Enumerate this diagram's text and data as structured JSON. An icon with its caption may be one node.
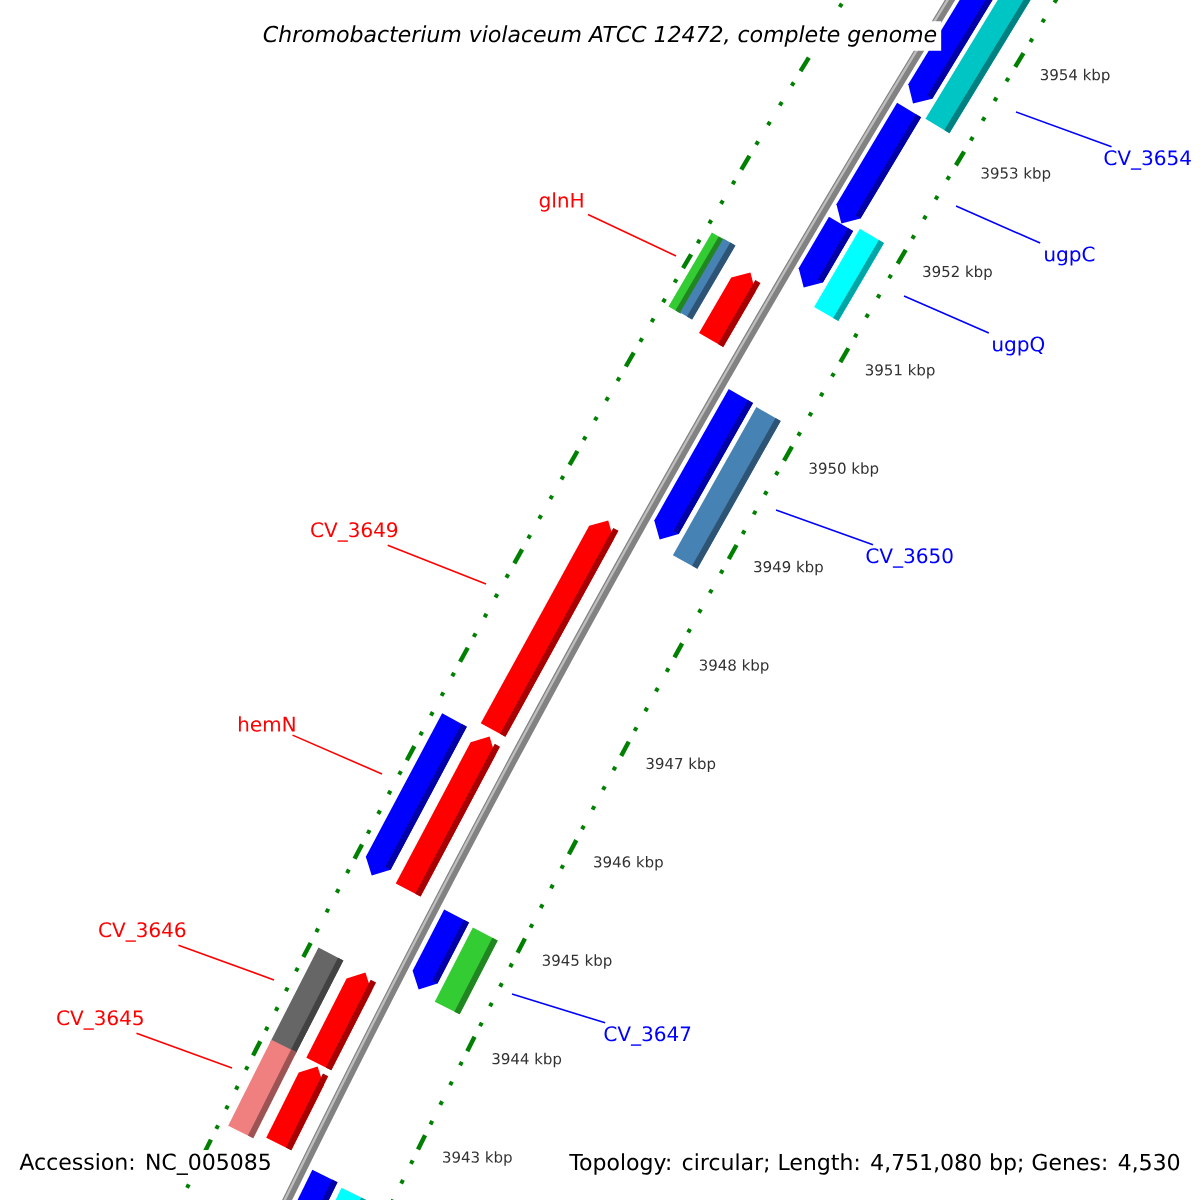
{
  "diagram": {
    "title": "Chromobacterium violaceum ATCC 12472, complete genome",
    "nodes": [
      {
        "text": [
          "CV_3654"
        ]
      },
      {
        "text": [
          "glnH"
        ]
      },
      {
        "text": [
          "ugpC"
        ]
      },
      {
        "text": [
          "ugpQ"
        ]
      },
      {
        "text": [
          "CV_3649"
        ]
      },
      {
        "text": [
          "CV_3650"
        ]
      },
      {
        "text": [
          "hemN"
        ]
      },
      {
        "text": [
          "CV_3646"
        ]
      },
      {
        "text": [
          "CV_3645"
        ]
      },
      {
        "text": [
          "CV_3647"
        ]
      }
    ],
    "edges": [
      {
        "from": 0,
        "to": null,
        "arrow": "none",
        "color": "#0000ff"
      },
      {
        "from": 1,
        "to": null,
        "arrow": "none",
        "color": "#ff0000"
      },
      {
        "from": 2,
        "to": null,
        "arrow": "none",
        "color": "#0000ff"
      },
      {
        "from": 3,
        "to": null,
        "arrow": "none",
        "color": "#0000ff"
      },
      {
        "from": 4,
        "to": null,
        "arrow": "none",
        "color": "#ff0000"
      },
      {
        "from": 5,
        "to": null,
        "arrow": "none",
        "color": "#0000ff"
      },
      {
        "from": 6,
        "to": null,
        "arrow": "none",
        "color": "#ff0000"
      },
      {
        "from": 7,
        "to": null,
        "arrow": "none",
        "color": "#ff0000"
      },
      {
        "from": 8,
        "to": null,
        "arrow": "none",
        "color": "#ff0000"
      },
      {
        "from": 9,
        "to": null,
        "arrow": "none",
        "color": "#0000ff"
      }
    ],
    "labels": [
      "3954 kbp",
      "3953 kbp",
      "3952 kbp",
      "3951 kbp",
      "3950 kbp",
      "3949 kbp",
      "3948 kbp",
      "3947 kbp",
      "3946 kbp",
      "3945 kbp",
      "3944 kbp",
      "3943 kbp",
      "Accession: NC_005085",
      "Topology: circular; Length: 4,751,080 bp; Genes: 4,530"
    ]
  }
}
